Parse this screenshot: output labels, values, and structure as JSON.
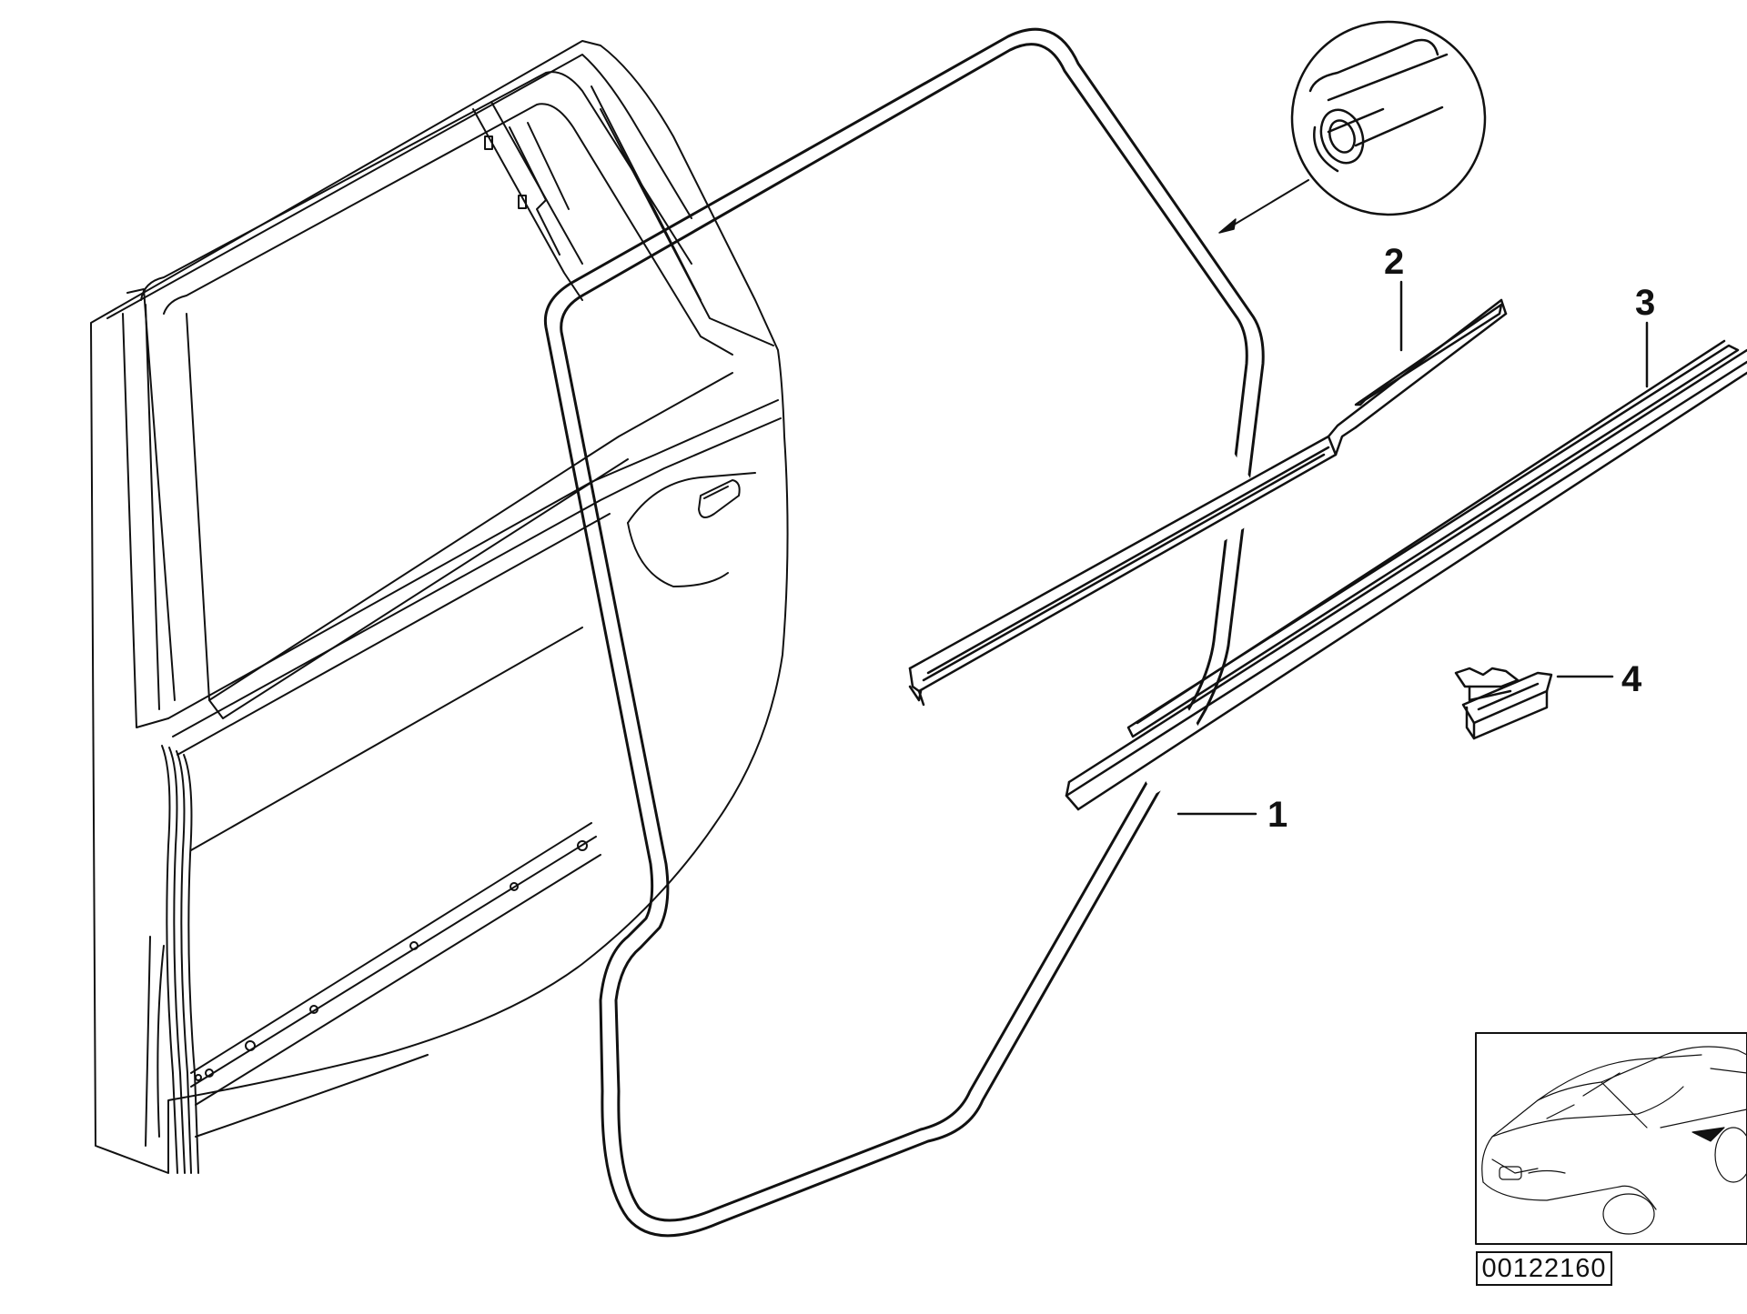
{
  "callouts": [
    {
      "label": "1"
    },
    {
      "label": "2"
    },
    {
      "label": "3"
    },
    {
      "label": "4"
    }
  ],
  "diagram_number": "00122160",
  "colors": {
    "line": "#111111",
    "background": "#ffffff"
  }
}
